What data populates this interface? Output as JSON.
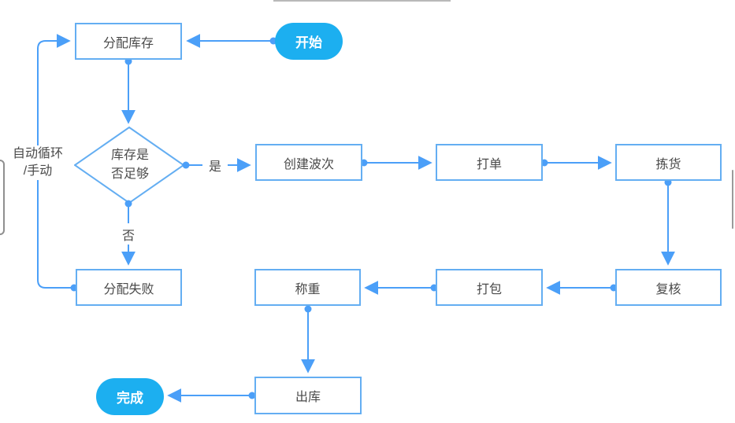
{
  "diagram": {
    "type": "flowchart",
    "nodes": {
      "start": {
        "label": "开始",
        "shape": "terminal"
      },
      "allocate": {
        "label": "分配库存",
        "shape": "process"
      },
      "decision": {
        "lines": [
          "库存是",
          "否足够"
        ],
        "label": "库存是否足够",
        "shape": "decision"
      },
      "create_wave": {
        "label": "创建波次",
        "shape": "process"
      },
      "print_order": {
        "label": "打单",
        "shape": "process"
      },
      "pick": {
        "label": "拣货",
        "shape": "process"
      },
      "review": {
        "label": "复核",
        "shape": "process"
      },
      "pack": {
        "label": "打包",
        "shape": "process"
      },
      "weigh": {
        "label": "称重",
        "shape": "process"
      },
      "allocate_fail": {
        "label": "分配失败",
        "shape": "process"
      },
      "outbound": {
        "label": "出库",
        "shape": "process"
      },
      "finish": {
        "label": "完成",
        "shape": "terminal"
      }
    },
    "edge_labels": {
      "yes": "是",
      "no": "否"
    },
    "loop_note": {
      "lines": [
        "自动循环",
        "/手动"
      ]
    },
    "colors": {
      "accent": "#1CAFF0",
      "line": "#4B9FF8",
      "node_border": "#64AEF2",
      "text": "#4A4A4A",
      "decoration": "#8F8F8F"
    }
  }
}
